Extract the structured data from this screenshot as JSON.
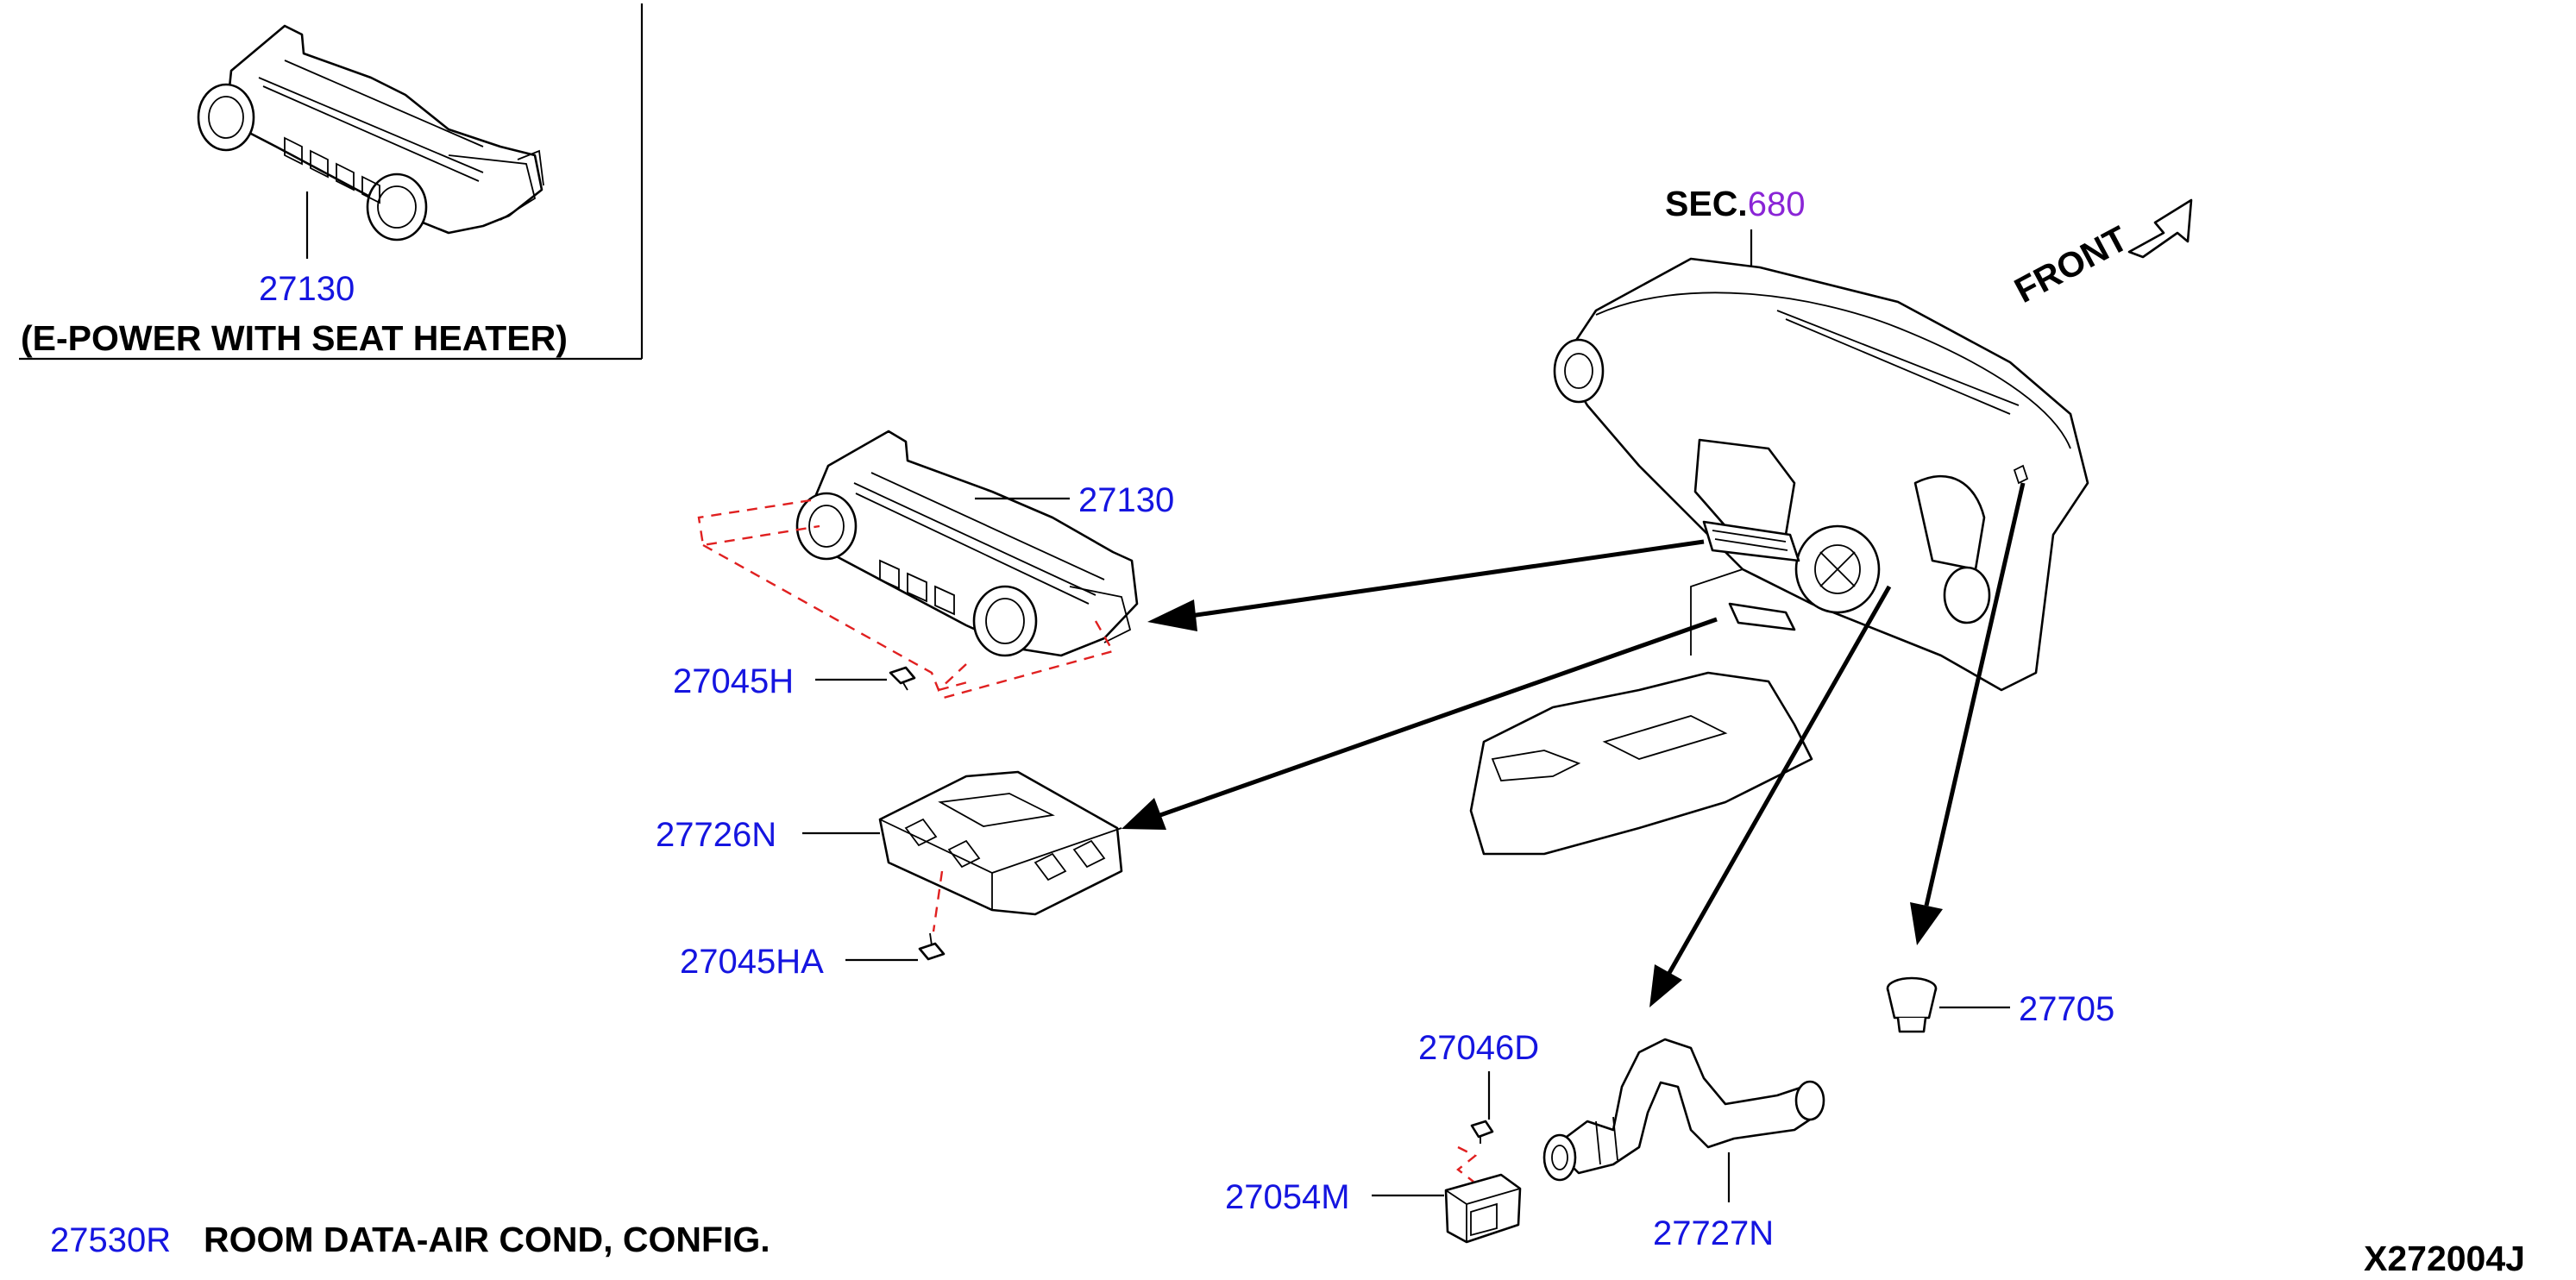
{
  "inset": {
    "part_number": "27130",
    "caption": "(E-POWER WITH SEAT HEATER)"
  },
  "section_ref": {
    "prefix": "SEC.",
    "number": "680"
  },
  "front_label": "FRONT",
  "parts": {
    "p27130": "27130",
    "p27045H": "27045H",
    "p27726N": "27726N",
    "p27045HA": "27045HA",
    "p27046D": "27046D",
    "p27054M": "27054M",
    "p27727N": "27727N",
    "p27705": "27705"
  },
  "footer": {
    "part_number": "27530R",
    "description": "ROOM DATA-AIR COND, CONFIG.",
    "diagram_id": "X272004J"
  },
  "colors": {
    "part_number": "#1515e0",
    "section_link": "#8a25d6",
    "dashed_guide": "#e02020"
  }
}
